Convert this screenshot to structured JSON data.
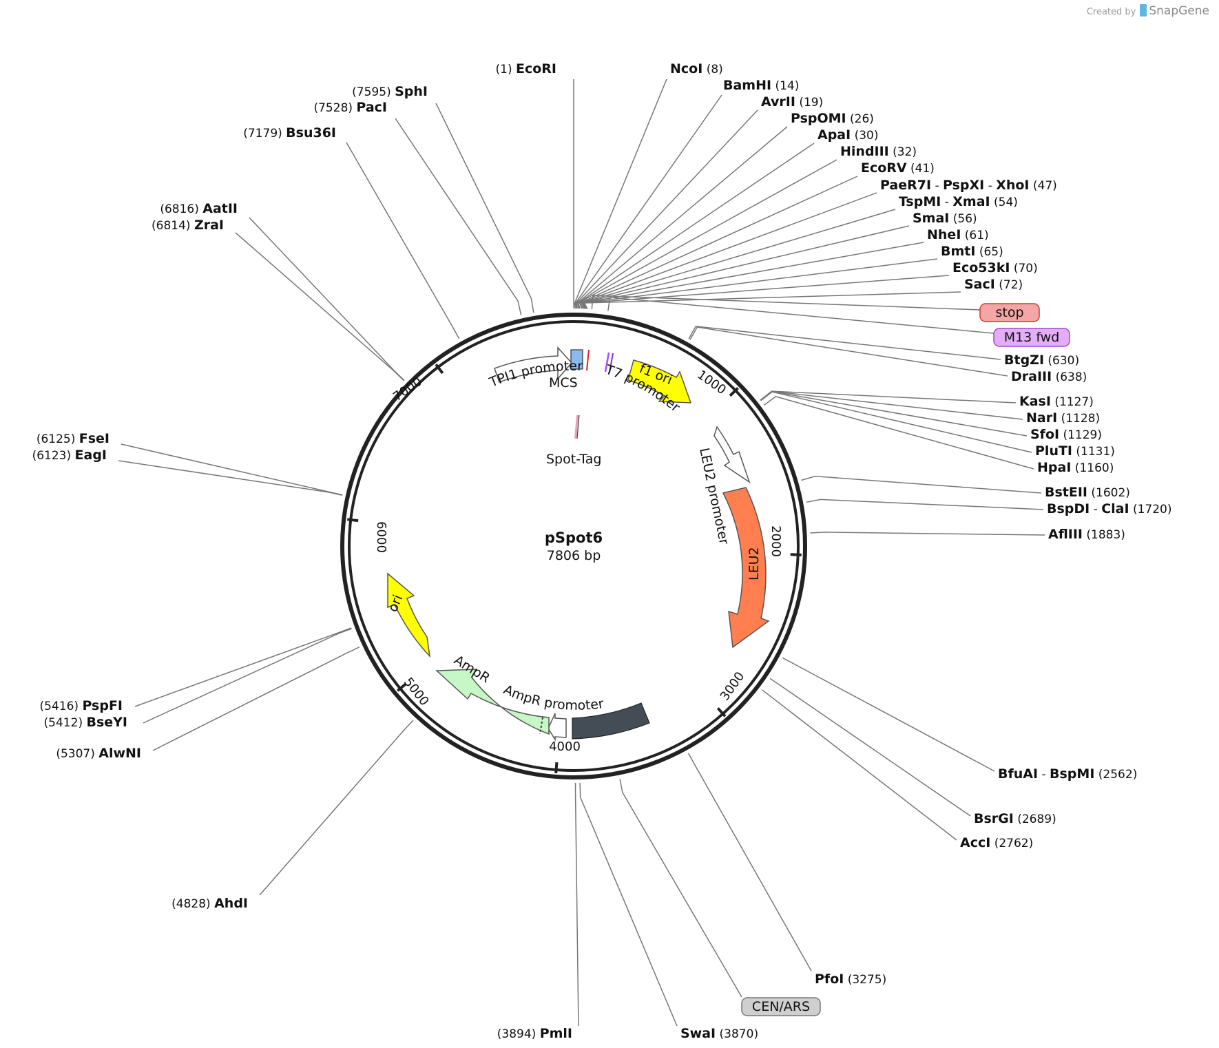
{
  "credit": {
    "prefix": "Created by",
    "brand": "SnapGene"
  },
  "plasmid": {
    "name": "pSpot6",
    "size_label": "7806 bp",
    "length": 7806
  },
  "ticks": [
    {
      "pos": 1000,
      "label": "1000"
    },
    {
      "pos": 2000,
      "label": "2000"
    },
    {
      "pos": 3000,
      "label": "3000"
    },
    {
      "pos": 4000,
      "label": "4000"
    },
    {
      "pos": 5000,
      "label": "5000"
    },
    {
      "pos": 6000,
      "label": "6000"
    },
    {
      "pos": 7000,
      "label": "7000"
    }
  ],
  "sites": [
    {
      "names": [
        "EcoRI"
      ],
      "pos": "(1)",
      "bp": 1
    },
    {
      "names": [
        "NcoI"
      ],
      "pos": "(8)",
      "bp": 8
    },
    {
      "names": [
        "BamHI"
      ],
      "pos": "(14)",
      "bp": 14
    },
    {
      "names": [
        "AvrII"
      ],
      "pos": "(19)",
      "bp": 19
    },
    {
      "names": [
        "PspOMI"
      ],
      "pos": "(26)",
      "bp": 26
    },
    {
      "names": [
        "ApaI"
      ],
      "pos": "(30)",
      "bp": 30
    },
    {
      "names": [
        "HindIII"
      ],
      "pos": "(32)",
      "bp": 32
    },
    {
      "names": [
        "EcoRV"
      ],
      "pos": "(41)",
      "bp": 41
    },
    {
      "names": [
        "PaeR7I",
        "PspXI",
        "XhoI"
      ],
      "pos": "(47)",
      "bp": 47
    },
    {
      "names": [
        "TspMI",
        "XmaI"
      ],
      "pos": "(54)",
      "bp": 54
    },
    {
      "names": [
        "SmaI"
      ],
      "pos": "(56)",
      "bp": 56
    },
    {
      "names": [
        "NheI"
      ],
      "pos": "(61)",
      "bp": 61
    },
    {
      "names": [
        "BmtI"
      ],
      "pos": "(65)",
      "bp": 65
    },
    {
      "names": [
        "Eco53kI"
      ],
      "pos": "(70)",
      "bp": 70
    },
    {
      "names": [
        "SacI"
      ],
      "pos": "(72)",
      "bp": 72
    },
    {
      "names": [
        "BtgZI"
      ],
      "pos": "(630)",
      "bp": 630
    },
    {
      "names": [
        "DraIII"
      ],
      "pos": "(638)",
      "bp": 638
    },
    {
      "names": [
        "KasI"
      ],
      "pos": "(1127)",
      "bp": 1127
    },
    {
      "names": [
        "NarI"
      ],
      "pos": "(1128)",
      "bp": 1128
    },
    {
      "names": [
        "SfoI"
      ],
      "pos": "(1129)",
      "bp": 1129
    },
    {
      "names": [
        "PluTI"
      ],
      "pos": "(1131)",
      "bp": 1131
    },
    {
      "names": [
        "HpaI"
      ],
      "pos": "(1160)",
      "bp": 1160
    },
    {
      "names": [
        "BstEII"
      ],
      "pos": "(1602)",
      "bp": 1602
    },
    {
      "names": [
        "BspDI",
        "ClaI"
      ],
      "pos": "(1720)",
      "bp": 1720
    },
    {
      "names": [
        "AflIII"
      ],
      "pos": "(1883)",
      "bp": 1883
    },
    {
      "names": [
        "BfuAI",
        "BspMI"
      ],
      "pos": "(2562)",
      "bp": 2562
    },
    {
      "names": [
        "BsrGI"
      ],
      "pos": "(2689)",
      "bp": 2689
    },
    {
      "names": [
        "AccI"
      ],
      "pos": "(2762)",
      "bp": 2762
    },
    {
      "names": [
        "PfoI"
      ],
      "pos": "(3275)",
      "bp": 3275
    },
    {
      "names": [
        "SwaI"
      ],
      "pos": "(3870)",
      "bp": 3870
    },
    {
      "names": [
        "PmlI"
      ],
      "pos": "(3894)",
      "bp": 3894
    },
    {
      "names": [
        "AhdI"
      ],
      "pos": "(4828)",
      "bp": 4828
    },
    {
      "names": [
        "AlwNI"
      ],
      "pos": "(5307)",
      "bp": 5307
    },
    {
      "names": [
        "BseYI"
      ],
      "pos": "(5412)",
      "bp": 5412
    },
    {
      "names": [
        "PspFI"
      ],
      "pos": "(5416)",
      "bp": 5416
    },
    {
      "names": [
        "EagI"
      ],
      "pos": "(6123)",
      "bp": 6123
    },
    {
      "names": [
        "FseI"
      ],
      "pos": "(6125)",
      "bp": 6125
    },
    {
      "names": [
        "ZraI"
      ],
      "pos": "(6814)",
      "bp": 6814
    },
    {
      "names": [
        "AatII"
      ],
      "pos": "(6816)",
      "bp": 6816
    },
    {
      "names": [
        "Bsu36I"
      ],
      "pos": "(7179)",
      "bp": 7179
    },
    {
      "names": [
        "PacI"
      ],
      "pos": "(7528)",
      "bp": 7528
    },
    {
      "names": [
        "SphI"
      ],
      "pos": "(7595)",
      "bp": 7595
    }
  ],
  "boxed_features": [
    {
      "label": "stop",
      "fill": "#f4a6a6",
      "stroke": "#d0392f",
      "bp": 95
    },
    {
      "label": "M13 fwd",
      "fill": "#e2aef7",
      "stroke": "#a347c9",
      "bp": 180
    },
    {
      "label": "CEN/ARS",
      "fill": "#cfcfcf",
      "stroke": "#777777",
      "bp": 3660
    }
  ],
  "features": [
    {
      "label": "TPI1 promoter",
      "color": "#ffffff",
      "start": 7560,
      "end": 7770
    },
    {
      "label": "MCS",
      "color": "#8cb9f0",
      "start": 1,
      "end": 75
    },
    {
      "label": "T7 promoter",
      "color": "#a64dff",
      "start": 190,
      "end": 215
    },
    {
      "label": "f1 ori",
      "color": "#ffff00",
      "start": 320,
      "end": 760
    },
    {
      "label": "LEU2 promoter",
      "color": "#ffffff",
      "start": 1250,
      "end": 1540
    },
    {
      "label": "LEU2",
      "color": "#ff7f50",
      "start": 1560,
      "end": 2660
    },
    {
      "label": "CEN/ARS",
      "color": "#444c56",
      "start": 3260,
      "end": 3780
    },
    {
      "label": "AmpR promoter",
      "color": "#ffffff",
      "start": 3830,
      "end": 3935
    },
    {
      "label": "AmpR",
      "color": "#c6f8c6",
      "start": 3935,
      "end": 4795
    },
    {
      "label": "ori",
      "color": "#ffff00",
      "start": 5200,
      "end": 5790
    },
    {
      "label": "Spot-Tag",
      "color": "#e8a0b8"
    }
  ],
  "colors": {
    "backbone": "#222222",
    "leader": "#777777"
  }
}
